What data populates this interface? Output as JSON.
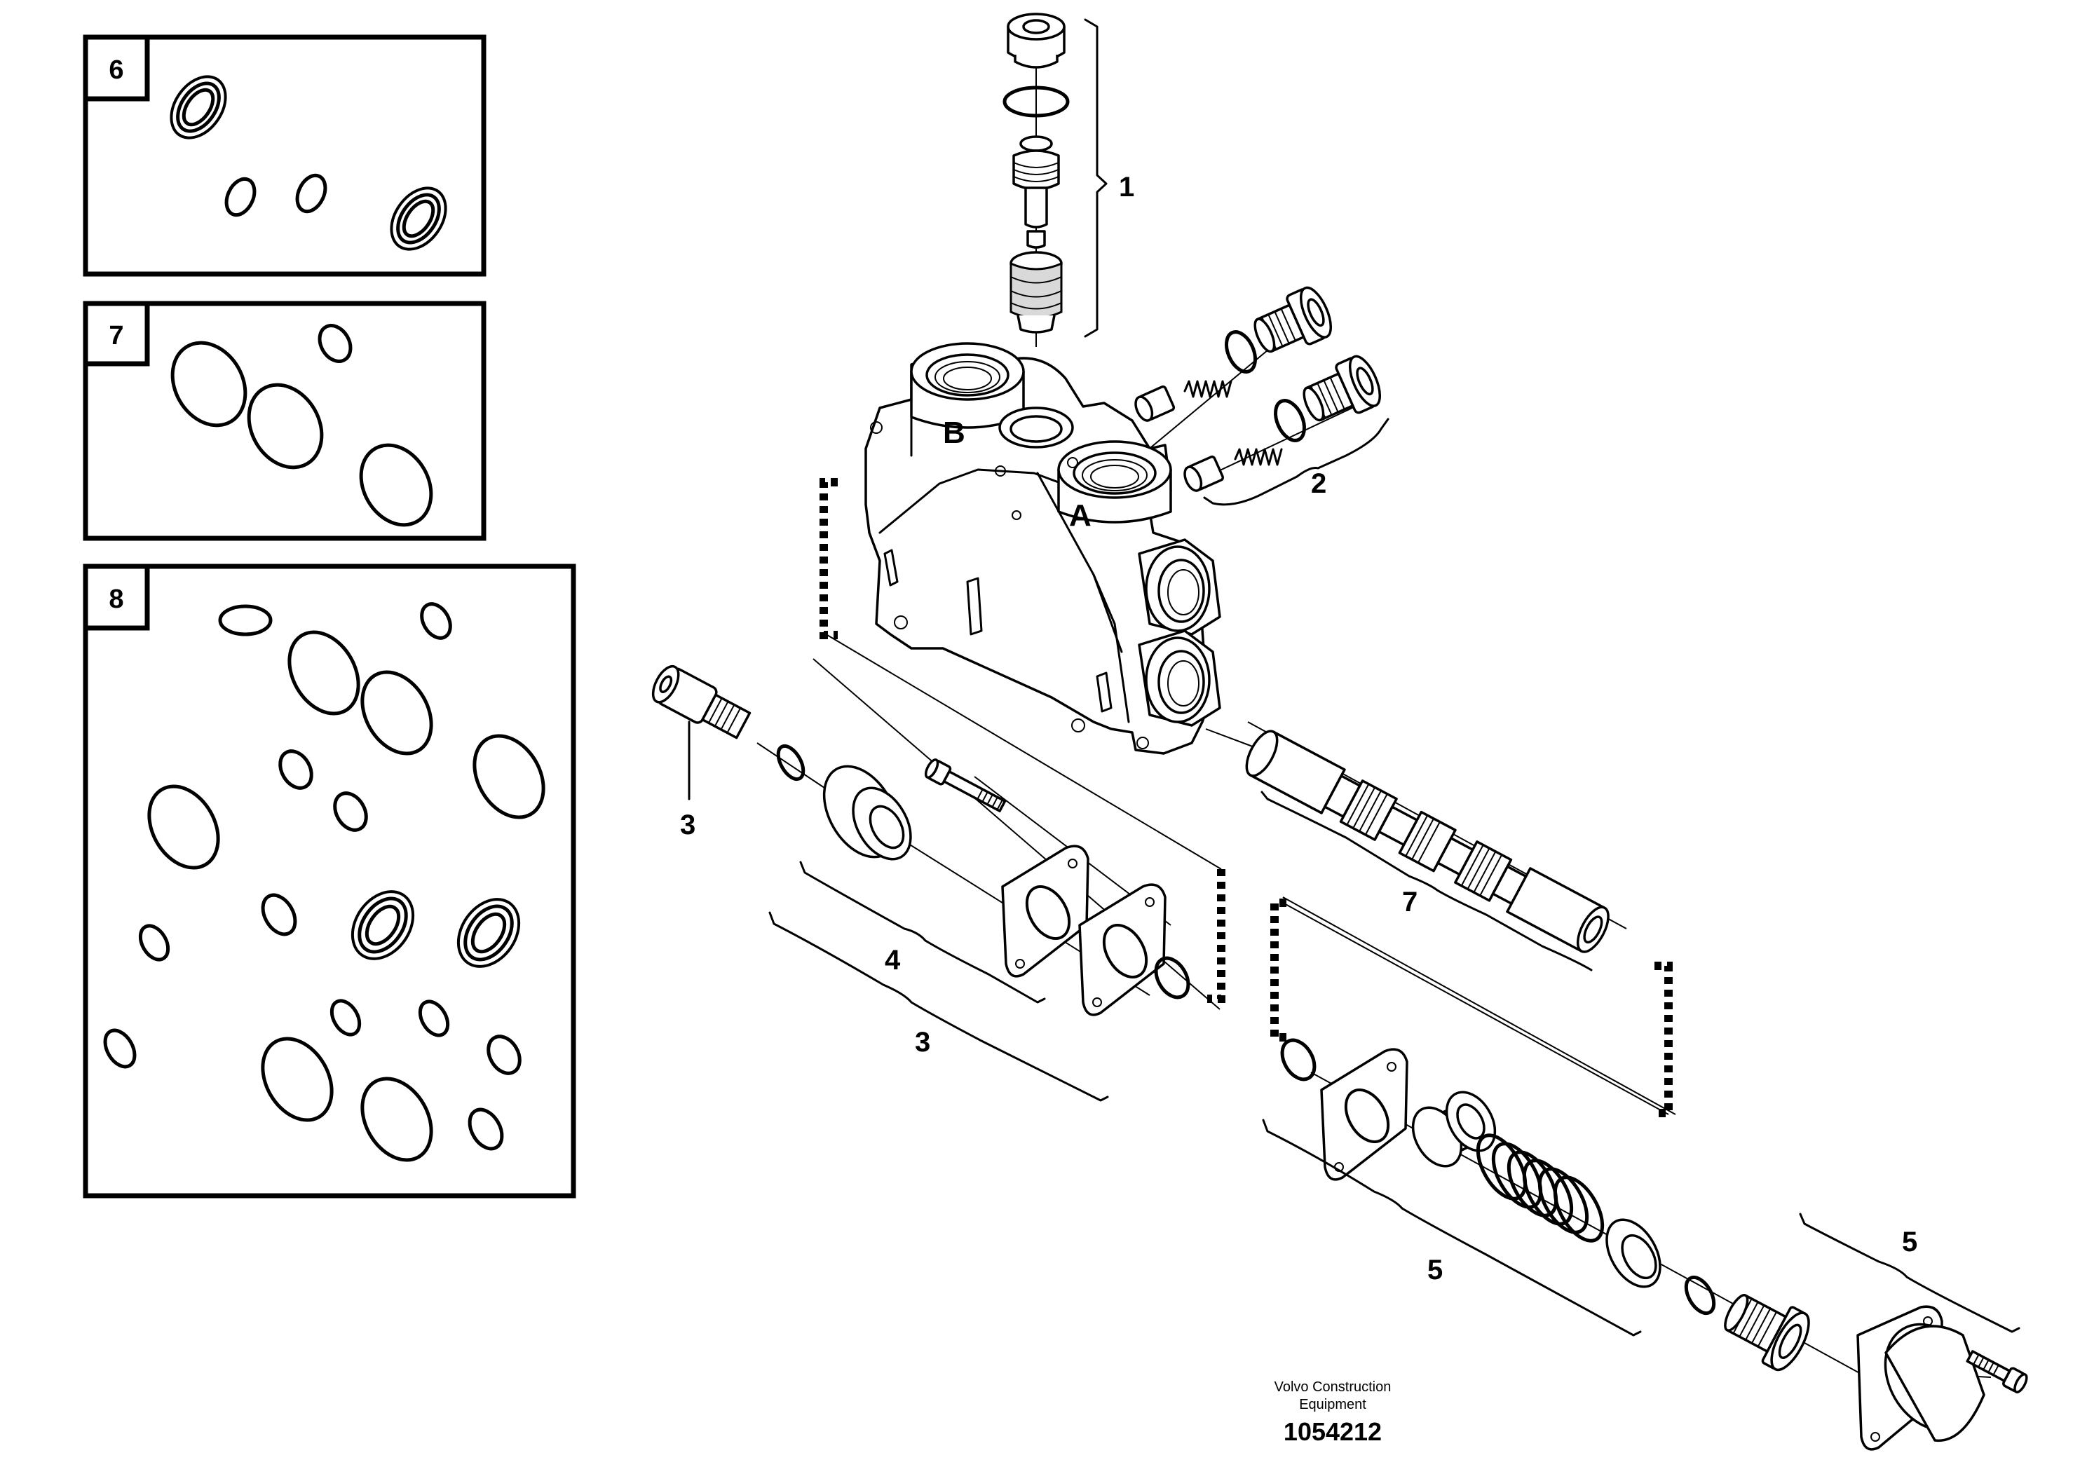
{
  "callouts": {
    "c1": "1",
    "c2": "2",
    "c3a": "3",
    "c3b": "3",
    "c4": "4",
    "c5a": "5",
    "c5b": "5",
    "c7": "7"
  },
  "kits": {
    "k6": "6",
    "k7": "7",
    "k8": "8"
  },
  "body_labels": {
    "port_a": "A",
    "port_b": "B"
  },
  "footer": {
    "credit_line1": "Volvo Construction",
    "credit_line2": "Equipment",
    "drawing_number": "1054212"
  }
}
